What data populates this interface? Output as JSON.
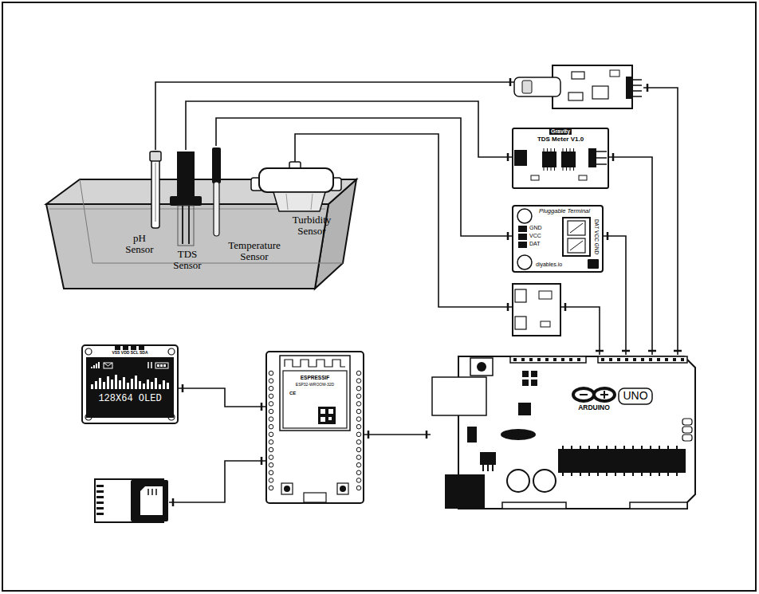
{
  "diagram": {
    "nodes": [
      {
        "text": [
          "pH Sensor"
        ]
      },
      {
        "text": [
          "TDS Sensor"
        ]
      },
      {
        "text": [
          "Temperature Sensor"
        ]
      },
      {
        "text": [
          "Turbidity Sensor"
        ]
      },
      {
        "text": []
      },
      {
        "text": [
          "Gravity",
          "TDS Meter V1.0"
        ]
      },
      {
        "text": [
          "Pluggable Terminal",
          "GND",
          "VCC",
          "DAT",
          "DAT VCC GND",
          "diyables.io"
        ]
      },
      {
        "text": []
      },
      {
        "text": [
          "ARDUINO",
          "UNO"
        ]
      },
      {
        "text": [
          "ESPRESSIF",
          "ESP32-WROOM-32D",
          "CE"
        ]
      },
      {
        "text": [
          "VSS VDD SCL SDA",
          "128X64 OLED"
        ]
      },
      {
        "text": []
      }
    ],
    "edges": [
      {
        "from": 0,
        "to": 4,
        "arrow": "none"
      },
      {
        "from": 1,
        "to": 5,
        "arrow": "none"
      },
      {
        "from": 2,
        "to": 6,
        "arrow": "none"
      },
      {
        "from": 3,
        "to": 7,
        "arrow": "none"
      },
      {
        "from": 4,
        "to": 8,
        "arrow": "none"
      },
      {
        "from": 5,
        "to": 8,
        "arrow": "none"
      },
      {
        "from": 6,
        "to": 8,
        "arrow": "none"
      },
      {
        "from": 7,
        "to": 8,
        "arrow": "none"
      },
      {
        "from": 8,
        "to": 9,
        "arrow": "none"
      },
      {
        "from": 9,
        "to": 10,
        "arrow": "none"
      },
      {
        "from": 9,
        "to": 11,
        "arrow": "none"
      }
    ]
  }
}
